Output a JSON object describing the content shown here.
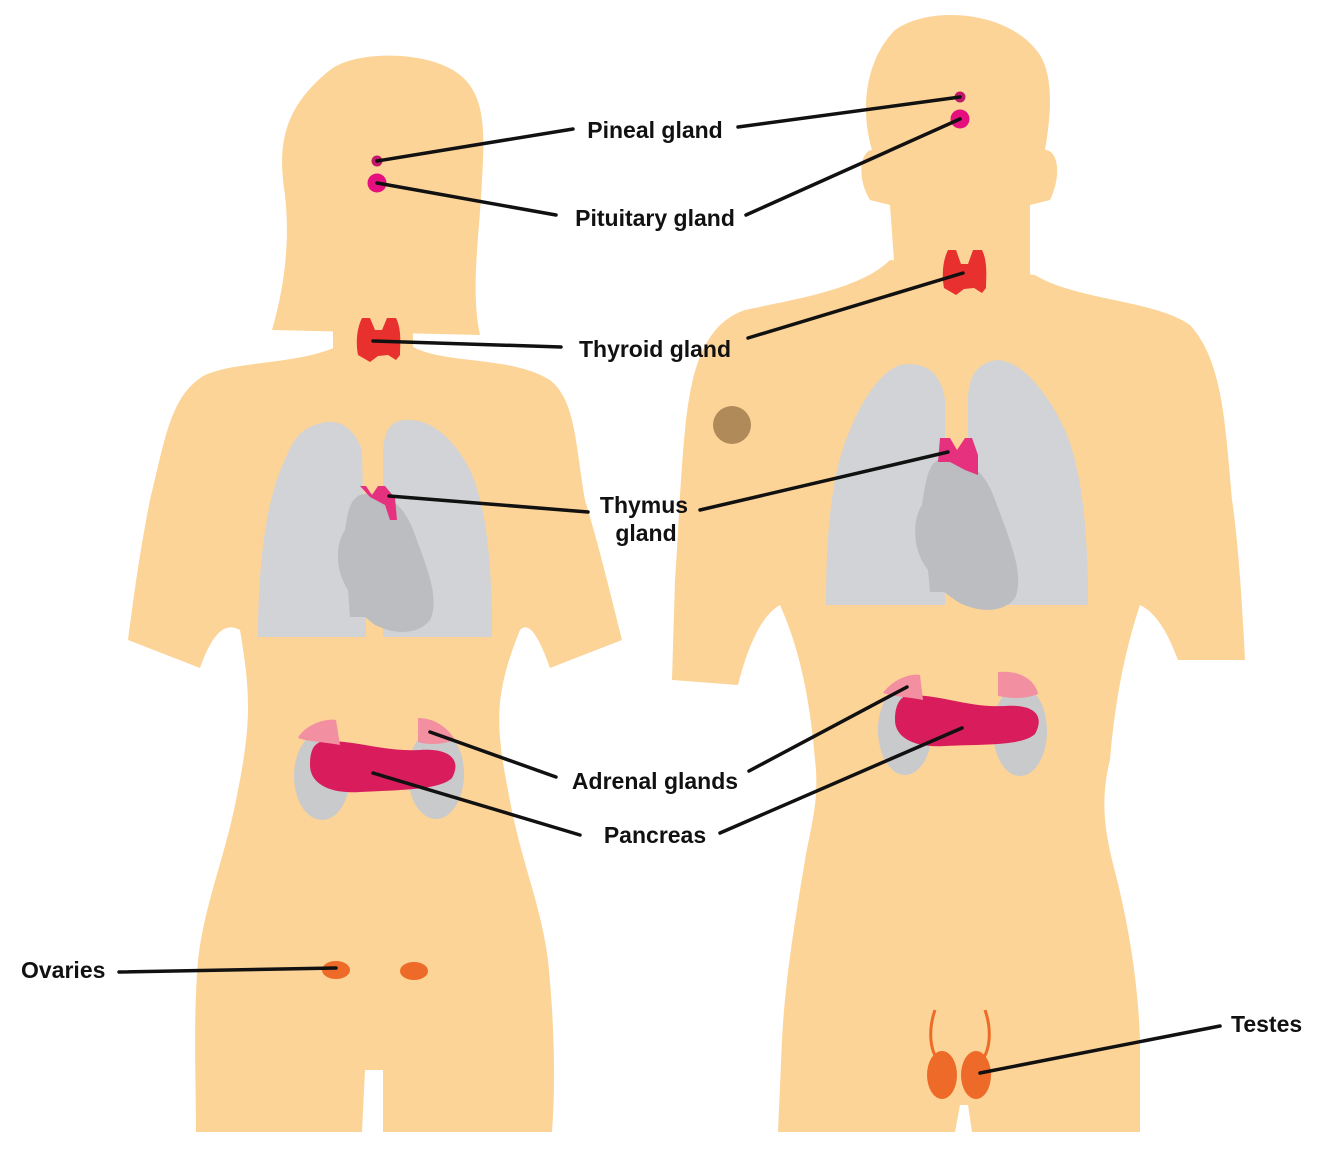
{
  "labels": {
    "pineal": "Pineal gland",
    "pituitary": "Pituitary gland",
    "thyroid": "Thyroid gland",
    "thymus_line1": "Thymus",
    "thymus_line2": "gland",
    "adrenal": "Adrenal glands",
    "pancreas": "Pancreas",
    "ovaries": "Ovaries",
    "testes": "Testes"
  },
  "colors": {
    "skin": "#fcd498",
    "lungs": "#d1d3d6",
    "heart": "#bcbdc0",
    "kidneys": "#c9cacc",
    "pineal": "#c2186b",
    "pituitary": "#e5107d",
    "thyroid": "#e8302e",
    "thymus": "#e6317e",
    "adrenal": "#f28fa0",
    "pancreas": "#d81c5c",
    "ovaries": "#ee6a28",
    "testes": "#ee6a28",
    "nipple": "#b08a58",
    "leader_line": "#111111"
  },
  "figures": [
    "female-body",
    "male-body"
  ]
}
